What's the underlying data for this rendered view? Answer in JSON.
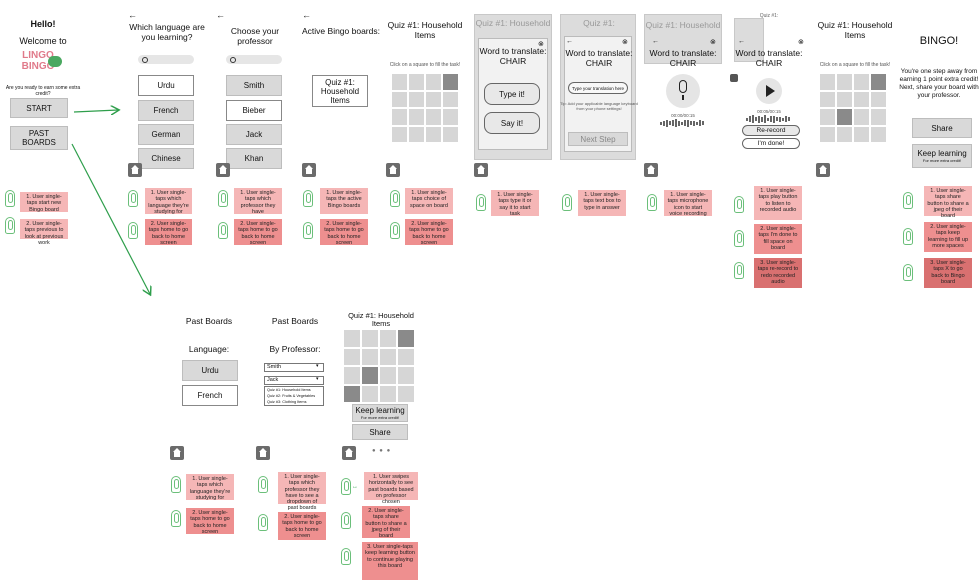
{
  "frame1": {
    "hello": "Hello!",
    "welcome": "Welcome to",
    "logo_text": "LINGO BINGO",
    "prompt": "Are you ready to earn some extra credit?",
    "start": "START",
    "past_boards": "PAST BOARDS",
    "notes": [
      "1. User single-taps start new Bingo board",
      "2. User single-taps previous to look at previous work"
    ]
  },
  "frame2": {
    "title": "Which language are you learning?",
    "languages": [
      "Urdu",
      "French",
      "German",
      "Chinese"
    ],
    "notes": [
      "1. User single-taps which language they're studying for",
      "2. User single-taps home to go back to home screen"
    ]
  },
  "frame3": {
    "title": "Choose your professor",
    "professors": [
      "Smith",
      "Bieber",
      "Jack",
      "Khan"
    ],
    "notes": [
      "1. User single-taps which professor they have",
      "2. User single-taps home to go back to home screen"
    ]
  },
  "frame4": {
    "title": "Active Bingo boards:",
    "board": "Quiz #1: Household Items",
    "notes": [
      "1. User single-taps the active Bingo boards",
      "2. User single-taps home to go back to home screen"
    ]
  },
  "frame5": {
    "title": "Quiz #1: Household Items",
    "instruction": "Click on a square to fill the task!",
    "notes": [
      "1. User single-taps choice of space on board",
      "2. User single-taps home to go back to home screen"
    ]
  },
  "frame6": {
    "title": "Quiz #1: Household",
    "word_label": "Word to translate:",
    "word": "CHAIR",
    "type_it": "Type it!",
    "say_it": "Say it!",
    "notes": [
      "1. User single-taps type it or say it to start task"
    ]
  },
  "frame7": {
    "title": "Quiz #1:",
    "word_label": "Word to translate:",
    "word": "CHAIR",
    "placeholder": "Type your translation here",
    "tip": "Tip: Add your applicable language keyboard from your phone settings!",
    "next": "Next Step",
    "notes": [
      "1. User single-taps text box to type in answer"
    ]
  },
  "frame8": {
    "title": "Quiz #1: Household",
    "word_label": "Word to translate:",
    "word": "CHAIR",
    "timer": "00:00/00:15",
    "notes": [
      "1. User single-taps microphone icon to start voice recording"
    ]
  },
  "frame9": {
    "title": "Quiz #1:",
    "word_label": "Word to translate:",
    "word": "CHAIR",
    "timer": "00:05/00:15",
    "rerecord": "Re-record",
    "done": "I'm done!",
    "notes": [
      "1. User single-taps play button to listen to recorded audio",
      "2. User single-taps I'm done to fill space on board",
      "3. User single-taps re-record to redo recorded audio"
    ]
  },
  "frame10": {
    "title": "Quiz #1: Household Items",
    "instruction": "Click on a square to fill the task!"
  },
  "frame11": {
    "title": "BINGO!",
    "message": "You're one step away from earning 1 point extra credit! Next, share your board with your professor.",
    "share": "Share",
    "keep": "Keep learning",
    "keep_sub": "For more extra credit!",
    "notes": [
      "1. User single-taps share button to share a jpeg of their board",
      "2. User single-taps keep learning to fill up more spaces",
      "3. User single-taps X to go back to Bingo board"
    ]
  },
  "frame12": {
    "title": "Past Boards",
    "language_label": "Language:",
    "languages": [
      "Urdu",
      "French"
    ],
    "notes": [
      "1. User single-taps which language they're studying for",
      "2. User single-taps home to go back to home screen"
    ]
  },
  "frame13": {
    "title": "Past Boards",
    "by_professor": "By Professor:",
    "select1": "Smith",
    "select2": "Jack",
    "quizzes": [
      "Quiz #1: Household Items",
      "Quiz #2: Fruits & Vegetables",
      "Quiz #3: Clothing Items"
    ],
    "notes": [
      "1. User single-taps which professor they have to see a dropdown of past boards",
      "2. User single-taps home to go back to home screen"
    ]
  },
  "frame14": {
    "title": "Quiz #1: Household Items",
    "keep": "Keep learning",
    "keep_sub": "For more extra credit!",
    "share": "Share",
    "notes": [
      "1. User swipes horizontally to see past boards based on professor chosen",
      "2. User single-taps share button to share a jpeg of their board",
      "3. User single-taps keep learning button to continue playing this board"
    ]
  }
}
